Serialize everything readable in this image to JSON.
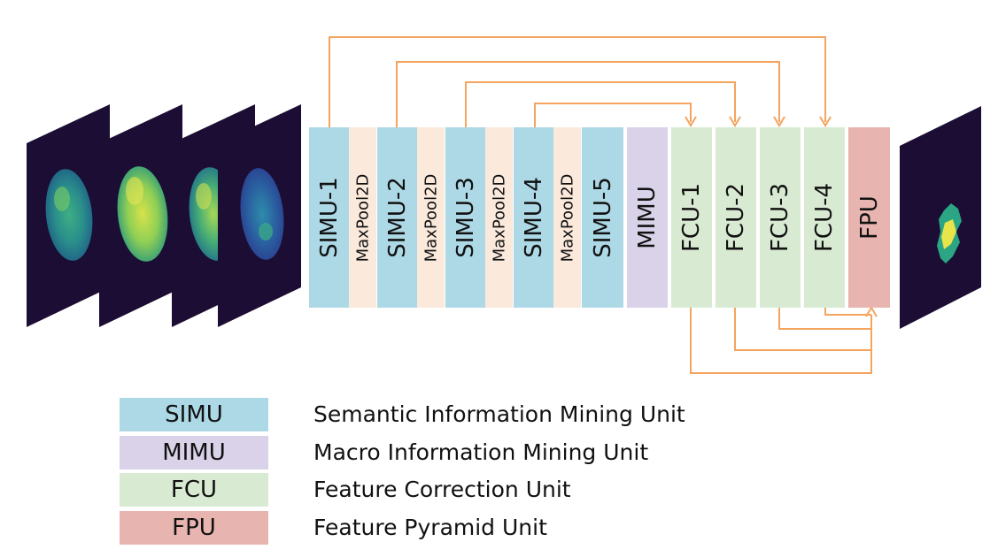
{
  "colors": {
    "simu": "#add8e6",
    "maxpool": "#fbe9dc",
    "mimu": "#d9d2e9",
    "fcu": "#d9ead3",
    "fpu": "#e8b4b0",
    "arrow": "#f4a45e",
    "slice_bg": "#1b0d33"
  },
  "blocks": {
    "simu1": "SIMU-1",
    "pool1": "MaxPool2D",
    "simu2": "SIMU-2",
    "pool2": "MaxPool2D",
    "simu3": "SIMU-3",
    "pool3": "MaxPool2D",
    "simu4": "SIMU-4",
    "pool4": "MaxPool2D",
    "simu5": "SIMU-5",
    "mimu": "MIMU",
    "fcu1": "FCU-1",
    "fcu2": "FCU-2",
    "fcu3": "FCU-3",
    "fcu4": "FCU-4",
    "fpu": "FPU"
  },
  "legend": [
    {
      "abbr": "SIMU",
      "text": "Semantic Information Mining Unit"
    },
    {
      "abbr": "MIMU",
      "text": "Macro Information Mining Unit"
    },
    {
      "abbr": "FCU",
      "text": "Feature Correction Unit"
    },
    {
      "abbr": "FPU",
      "text": "Feature Pyramid Unit"
    }
  ]
}
